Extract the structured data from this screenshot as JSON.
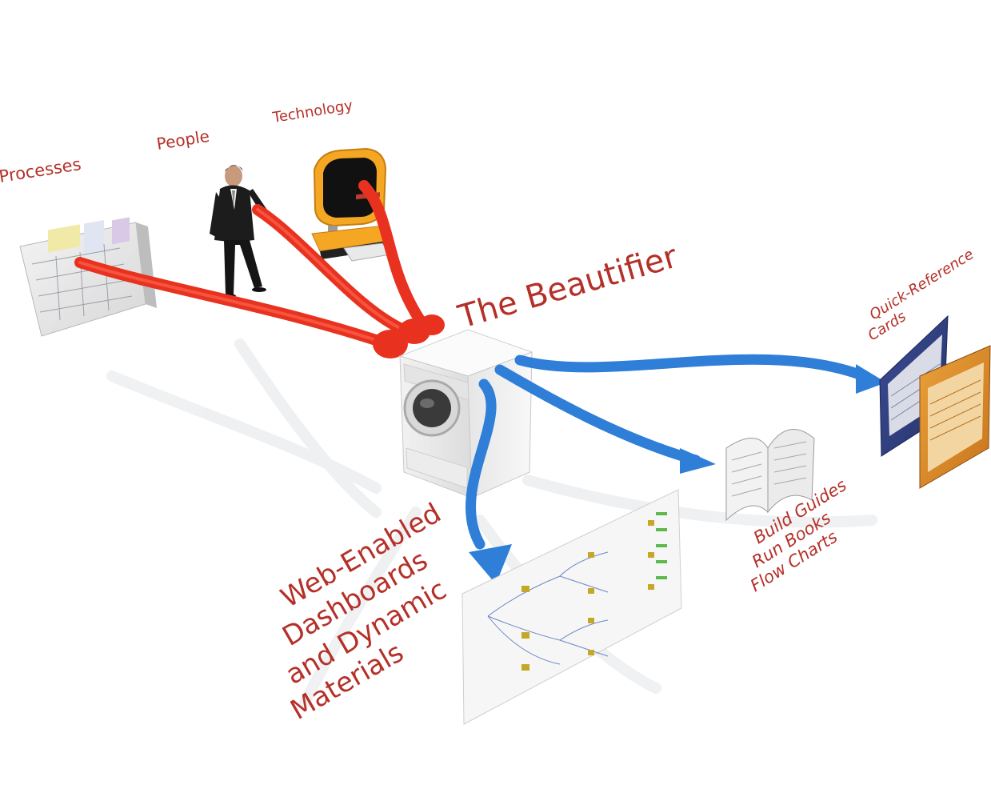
{
  "colors": {
    "label": "#b53028",
    "input_tube": "#e8321f",
    "output_tube": "#2f7fd8",
    "shadow": "#dfe1e4"
  },
  "labels": {
    "processes": "Processes",
    "people": "People",
    "technology": "Technology",
    "beautifier": "The Beautifier",
    "quick_ref": [
      "Quick-Reference",
      "Cards"
    ],
    "build": [
      "Build Guides",
      "Run Books",
      "Flow Charts"
    ],
    "web": [
      "Web-Enabled",
      "Dashboards",
      "and Dynamic",
      "Materials"
    ]
  },
  "objects": {
    "process_board": "process-diagram-board",
    "person": "businessman-figure",
    "computer": "retro-computer-terminal",
    "machine": "washing-machine",
    "book": "open-book",
    "cards": "reference-cards",
    "dashboard": "web-dashboard-panel"
  }
}
